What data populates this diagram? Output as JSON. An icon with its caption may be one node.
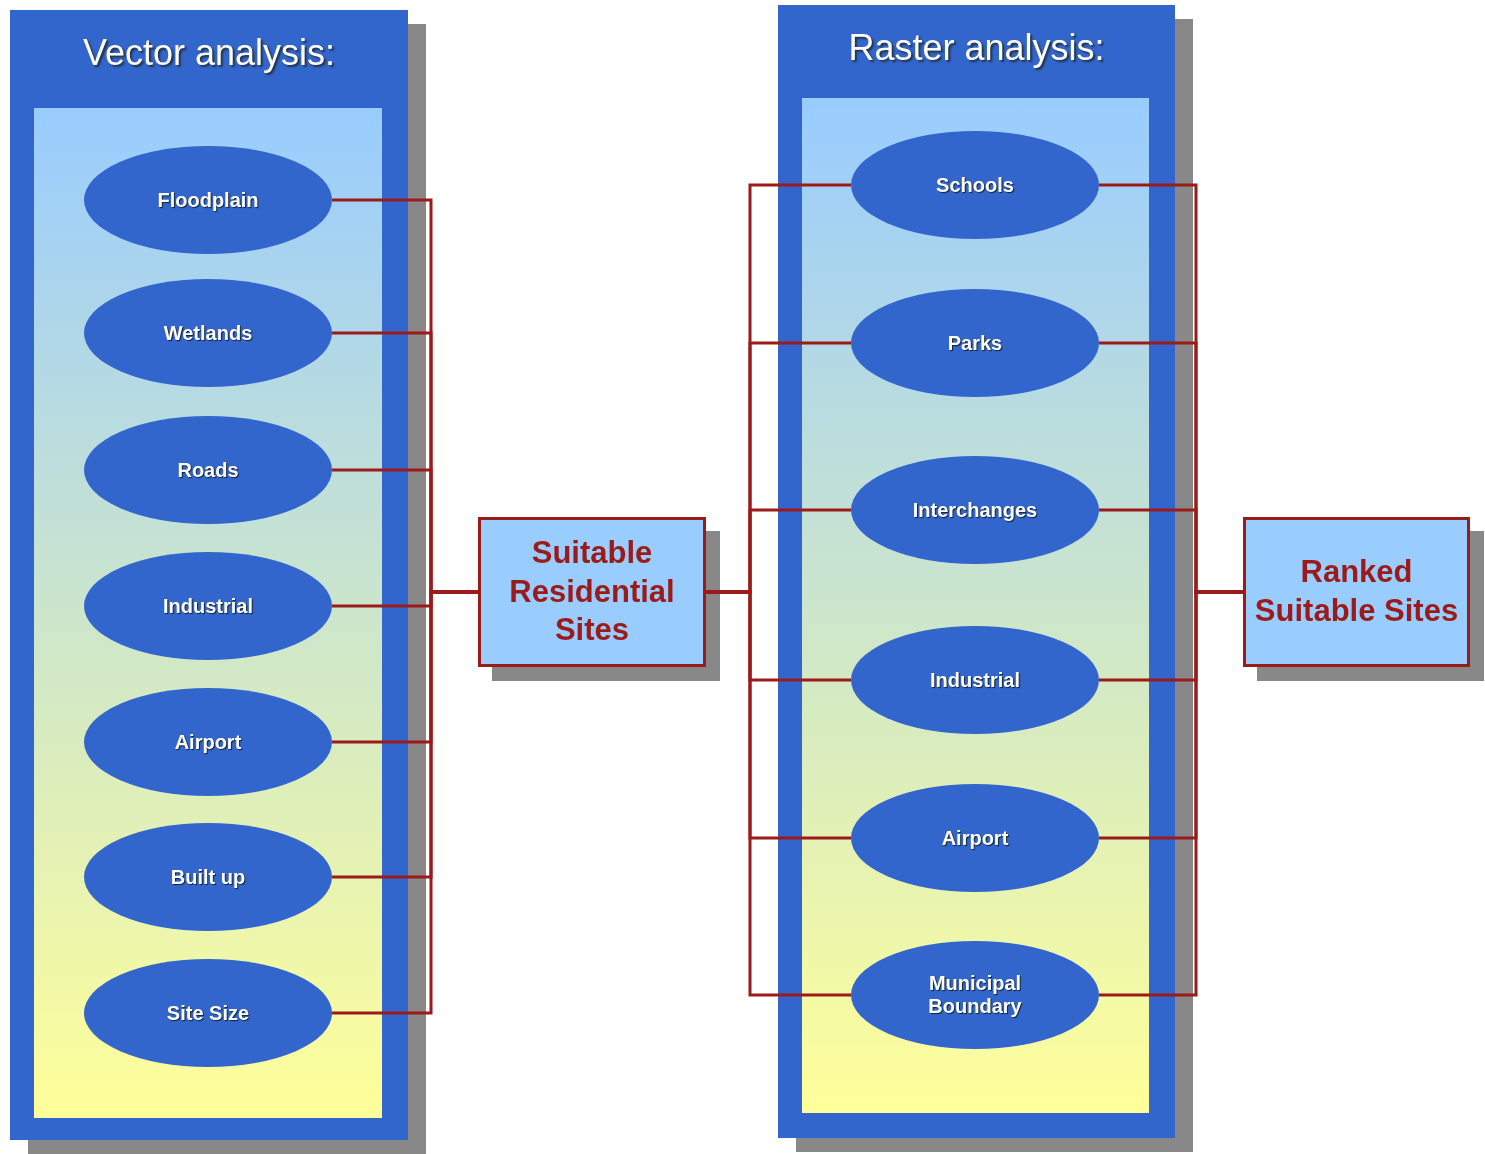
{
  "diagram": {
    "nodes": [
      {
        "text": [
          "Vector analysis:"
        ]
      },
      {
        "text": [
          "Floodplain"
        ],
        "in": 0
      },
      {
        "text": [
          "Wetlands"
        ],
        "in": 0
      },
      {
        "text": [
          "Roads"
        ],
        "in": 0
      },
      {
        "text": [
          "Industrial"
        ],
        "in": 0
      },
      {
        "text": [
          "Airport"
        ],
        "in": 0
      },
      {
        "text": [
          "Built up"
        ],
        "in": 0
      },
      {
        "text": [
          "Site Size"
        ],
        "in": 0
      },
      {
        "text": [
          "Suitable Residential Sites"
        ]
      },
      {
        "text": [
          "Raster analysis:"
        ]
      },
      {
        "text": [
          "Schools"
        ],
        "in": 9
      },
      {
        "text": [
          "Parks"
        ],
        "in": 9
      },
      {
        "text": [
          "Interchanges"
        ],
        "in": 9
      },
      {
        "text": [
          "Industrial"
        ],
        "in": 9
      },
      {
        "text": [
          "Airport"
        ],
        "in": 9
      },
      {
        "text": [
          "Municipal Boundary"
        ],
        "in": 9
      },
      {
        "text": [
          "Ranked Suitable Sites"
        ]
      }
    ],
    "edges": [
      {
        "from": 1,
        "to": 8,
        "arrow": "none"
      },
      {
        "from": 2,
        "to": 8,
        "arrow": "none"
      },
      {
        "from": 3,
        "to": 8,
        "arrow": "none"
      },
      {
        "from": 4,
        "to": 8,
        "arrow": "none"
      },
      {
        "from": 5,
        "to": 8,
        "arrow": "none"
      },
      {
        "from": 6,
        "to": 8,
        "arrow": "none"
      },
      {
        "from": 7,
        "to": 8,
        "arrow": "none"
      },
      {
        "from": 8,
        "to": 10,
        "arrow": "none"
      },
      {
        "from": 8,
        "to": 11,
        "arrow": "none"
      },
      {
        "from": 8,
        "to": 12,
        "arrow": "none"
      },
      {
        "from": 8,
        "to": 13,
        "arrow": "none"
      },
      {
        "from": 8,
        "to": 14,
        "arrow": "none"
      },
      {
        "from": 8,
        "to": 15,
        "arrow": "none"
      },
      {
        "from": 10,
        "to": 16,
        "arrow": "none"
      },
      {
        "from": 11,
        "to": 16,
        "arrow": "none"
      },
      {
        "from": 12,
        "to": 16,
        "arrow": "none"
      },
      {
        "from": 13,
        "to": 16,
        "arrow": "none"
      },
      {
        "from": 14,
        "to": 16,
        "arrow": "none"
      },
      {
        "from": 15,
        "to": 16,
        "arrow": "none"
      }
    ]
  }
}
